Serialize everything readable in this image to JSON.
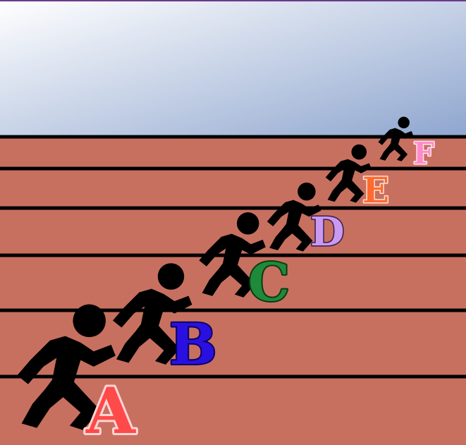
{
  "scene": {
    "sky_top_left": "#ffffff",
    "sky_bottom_right": "#8fa6cf",
    "track_color": "#c87060",
    "lane_line_color": "#000000",
    "runner_color": "#000000",
    "icon": "running-person-icon"
  },
  "runners": [
    {
      "label": "A",
      "fill": "#ff4a4a",
      "stroke": "#ffd6d6"
    },
    {
      "label": "B",
      "fill": "#2a10e0",
      "stroke": "#0a0060"
    },
    {
      "label": "C",
      "fill": "#1f8a3a",
      "stroke": "#0a3a14"
    },
    {
      "label": "D",
      "fill": "#c89af0",
      "stroke": "#3a1a50"
    },
    {
      "label": "E",
      "fill": "#ff6a30",
      "stroke": "#ffe2d2"
    },
    {
      "label": "F",
      "fill": "#ff8ac8",
      "stroke": "#ffe4f2"
    }
  ]
}
